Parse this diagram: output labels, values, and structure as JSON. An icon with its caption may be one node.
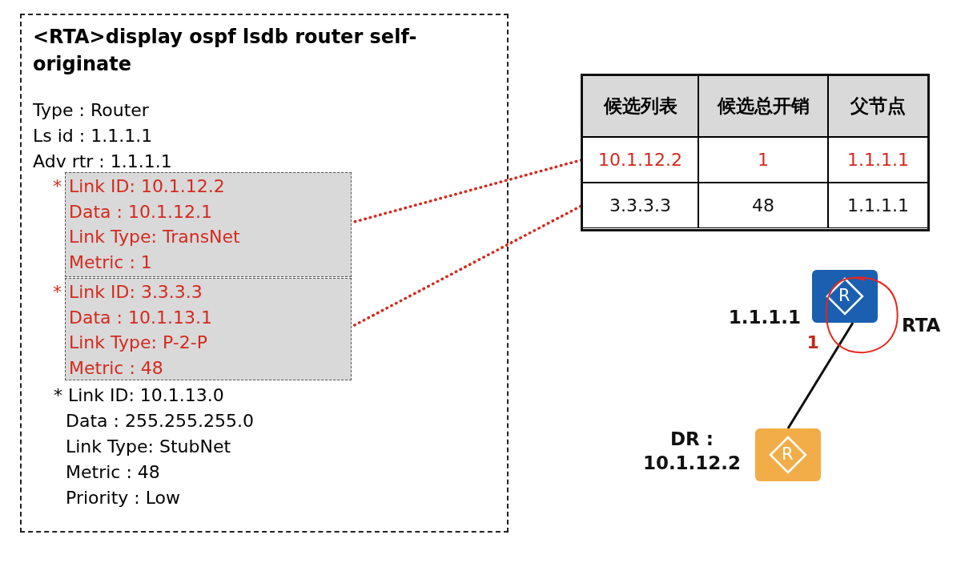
{
  "diagram": {
    "nodes": [
      {
        "text": [
          "<RTA>display ospf lsdb router self-originate",
          "Type : Router",
          "Ls id : 1.1.1.1",
          "Adv rtr : 1.1.1.1",
          "* Link ID: 10.1.13.0",
          "Data : 255.255.255.0",
          "Link Type: StubNet",
          "Metric : 48",
          "Priority : Low"
        ]
      },
      {
        "text": [
          "Link ID: 10.1.12.2",
          "Data : 10.1.12.1",
          "Link Type: TransNet",
          "Metric : 1"
        ],
        "in": 0,
        "beside": [
          "*"
        ]
      },
      {
        "text": [
          "Link ID: 3.3.3.3",
          "Data : 10.1.13.1",
          "Link Type: P-2-P",
          "Metric : 48"
        ],
        "in": 0,
        "beside": [
          "*"
        ]
      },
      {
        "text": [
          "10.1.12.2",
          "1",
          "1.1.1.1"
        ]
      },
      {
        "text": [
          "3.3.3.3",
          "48",
          "1.1.1.1"
        ]
      },
      {
        "text": [
          "R"
        ],
        "beside": [
          "1.1.1.1",
          "RTA"
        ]
      },
      {
        "text": [
          "R"
        ],
        "beside": [
          "DR : 10.1.12.2"
        ]
      }
    ],
    "edges": [
      {
        "from": 1,
        "to": 3,
        "arrow": "none",
        "style": "dashed",
        "color": "#d42a1e"
      },
      {
        "from": 2,
        "to": 4,
        "arrow": "none",
        "style": "dashed",
        "color": "#d42a1e"
      },
      {
        "from": 5,
        "to": 6,
        "arrow": "none",
        "label": "1",
        "color": "#111111"
      }
    ],
    "labels": [
      "候选列表",
      "候选总开销",
      "父节点"
    ]
  }
}
